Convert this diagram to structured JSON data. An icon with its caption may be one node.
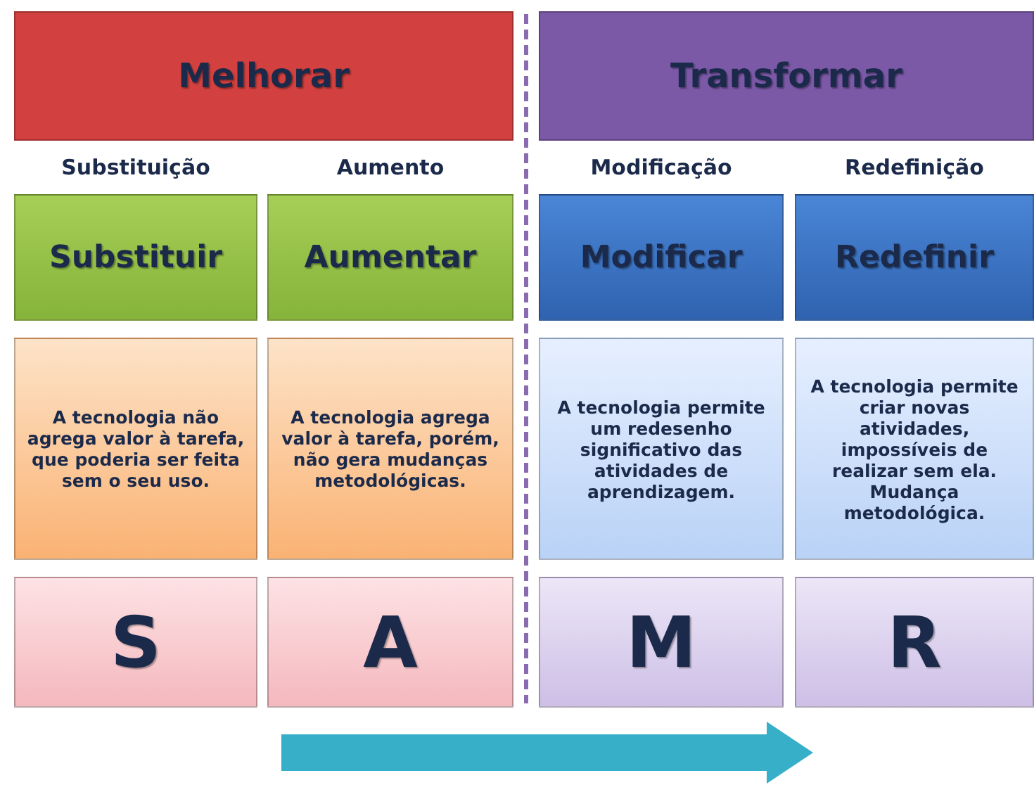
{
  "diagram": {
    "nodes": [
      {
        "text": [
          "Melhorar"
        ]
      },
      {
        "text": [
          "Transformar"
        ]
      },
      {
        "text": [
          "Substituir"
        ]
      },
      {
        "text": [
          "Aumentar"
        ]
      },
      {
        "text": [
          "Modificar"
        ]
      },
      {
        "text": [
          "Redefinir"
        ]
      },
      {
        "text": [
          "A tecnologia não agrega valor à tarefa, que poderia ser feita sem o seu uso."
        ]
      },
      {
        "text": [
          "A tecnologia agrega valor à tarefa, porém, não gera mudanças metodológicas."
        ]
      },
      {
        "text": [
          "A tecnologia permite um redesenho significativo das atividades de aprendizagem."
        ]
      },
      {
        "text": [
          "A tecnologia permite criar novas atividades, impossíveis de realizar sem ela. Mudança metodológica."
        ]
      },
      {
        "text": [
          "S"
        ]
      },
      {
        "text": [
          "A"
        ]
      },
      {
        "text": [
          "M"
        ]
      },
      {
        "text": [
          "R"
        ]
      }
    ],
    "edges": [],
    "labels": [
      "Substituição",
      "Aumento",
      "Modificação",
      "Redefinição"
    ]
  }
}
